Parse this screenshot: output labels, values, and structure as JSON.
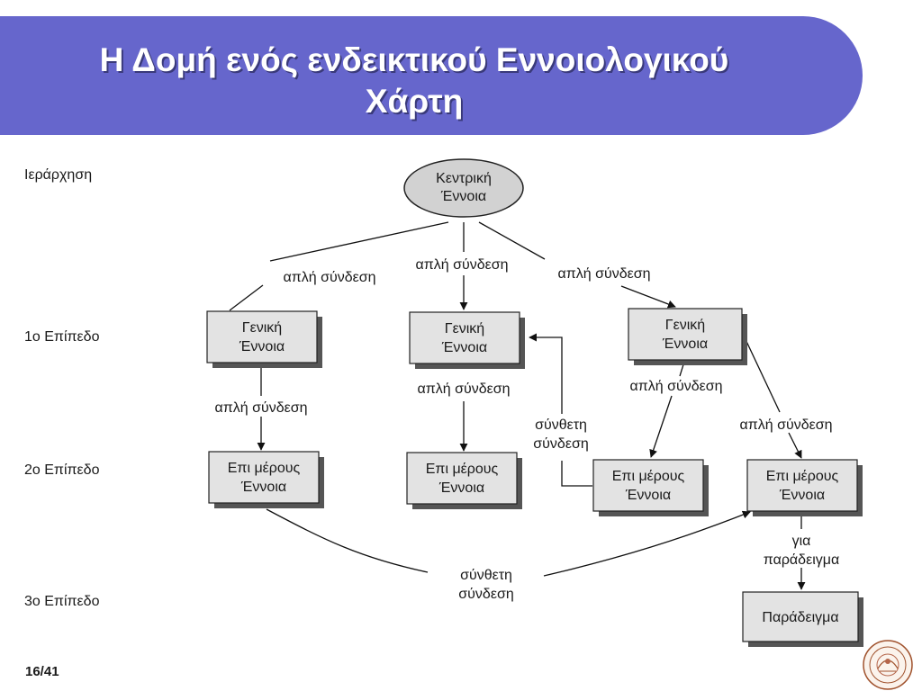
{
  "slide": {
    "title_line1": "Η Δομή ενός ενδεικτικού Εννοιολογικού",
    "title_line2": "Χάρτη",
    "page_number": "16/41"
  },
  "levels": {
    "hierarchy": "Ιεράρχηση",
    "level1": "1ο Επίπεδο",
    "level2": "2ο Επίπεδο",
    "level3": "3ο Επίπεδο"
  },
  "nodes": {
    "central": [
      "Κεντρική",
      "Έννοια"
    ],
    "general": [
      "Γενική",
      "Έννοια"
    ],
    "partial": [
      "Επι μέρους",
      "Έννοια"
    ],
    "example": "Παράδειγμα"
  },
  "links": {
    "simple": "απλή σύνδεση",
    "complex": [
      "σύνθετη",
      "σύνδεση"
    ],
    "for_example": [
      "για",
      "παράδειγμα"
    ]
  }
}
